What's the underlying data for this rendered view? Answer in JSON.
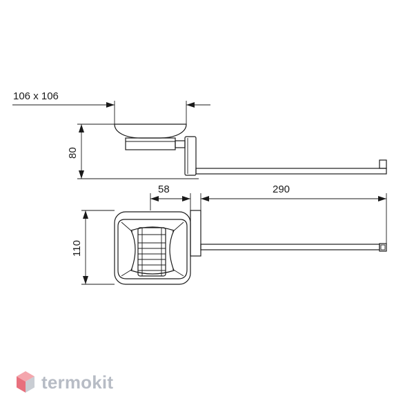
{
  "dimensions": {
    "top_opening": "106 x 106",
    "height": "80",
    "cup_offset": "58",
    "arm_length": "290",
    "depth": "110"
  },
  "logo": {
    "text": "termokit",
    "icon": "hexagon-cube-logo-icon",
    "colors": {
      "top": "#f4a6ad",
      "left": "#e8707d",
      "right": "#c9cdd3",
      "text": "#b7bcc5"
    }
  }
}
